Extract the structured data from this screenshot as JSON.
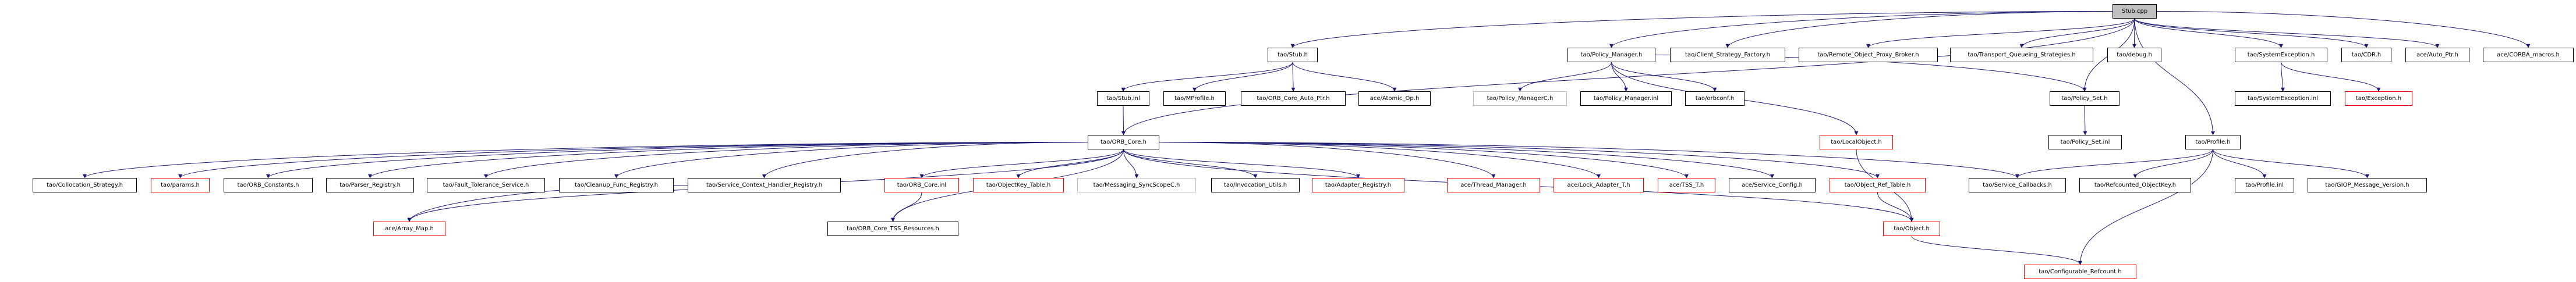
{
  "graph": {
    "edge_color": "#191970",
    "nodes": [
      {
        "id": "stub_cpp",
        "label": "Stub.cpp",
        "style": "root"
      },
      {
        "id": "stub_h",
        "label": "tao/Stub.h",
        "style": "normal"
      },
      {
        "id": "policy_manager_h",
        "label": "tao/Policy_Manager.h",
        "style": "normal"
      },
      {
        "id": "client_strategy_factory",
        "label": "tao/Client_Strategy_Factory.h",
        "style": "normal"
      },
      {
        "id": "remote_object_proxy_broker",
        "label": "tao/Remote_Object_Proxy_Broker.h",
        "style": "normal"
      },
      {
        "id": "transport_queueing",
        "label": "tao/Transport_Queueing_Strategies.h",
        "style": "normal"
      },
      {
        "id": "debug_h",
        "label": "tao/debug.h",
        "style": "normal"
      },
      {
        "id": "system_exception_h",
        "label": "tao/SystemException.h",
        "style": "normal"
      },
      {
        "id": "cdr_h",
        "label": "tao/CDR.h",
        "style": "normal"
      },
      {
        "id": "auto_ptr_h",
        "label": "ace/Auto_Ptr.h",
        "style": "normal"
      },
      {
        "id": "corba_macros",
        "label": "ace/CORBA_macros.h",
        "style": "normal"
      },
      {
        "id": "stub_inl",
        "label": "tao/Stub.inl",
        "style": "normal"
      },
      {
        "id": "mprofile",
        "label": "tao/MProfile.h",
        "style": "normal"
      },
      {
        "id": "orb_core_auto_ptr",
        "label": "tao/ORB_Core_Auto_Ptr.h",
        "style": "normal"
      },
      {
        "id": "atomic_op",
        "label": "ace/Atomic_Op.h",
        "style": "normal"
      },
      {
        "id": "policy_managerc",
        "label": "tao/Policy_ManagerC.h",
        "style": "gray"
      },
      {
        "id": "policy_manager_inl",
        "label": "tao/Policy_Manager.inl",
        "style": "normal"
      },
      {
        "id": "orbconf",
        "label": "tao/orbconf.h",
        "style": "normal"
      },
      {
        "id": "policy_set_h",
        "label": "tao/Policy_Set.h",
        "style": "normal"
      },
      {
        "id": "system_exception_inl",
        "label": "tao/SystemException.inl",
        "style": "normal"
      },
      {
        "id": "exception_h",
        "label": "tao/Exception.h",
        "style": "red"
      },
      {
        "id": "orb_core_h",
        "label": "tao/ORB_Core.h",
        "style": "normal"
      },
      {
        "id": "local_object",
        "label": "tao/LocalObject.h",
        "style": "red"
      },
      {
        "id": "policy_set_inl",
        "label": "tao/Policy_Set.inl",
        "style": "normal"
      },
      {
        "id": "profile_h",
        "label": "tao/Profile.h",
        "style": "normal"
      },
      {
        "id": "collocation_strategy",
        "label": "tao/Collocation_Strategy.h",
        "style": "normal"
      },
      {
        "id": "params",
        "label": "tao/params.h",
        "style": "red"
      },
      {
        "id": "orb_constants",
        "label": "tao/ORB_Constants.h",
        "style": "normal"
      },
      {
        "id": "parser_registry",
        "label": "tao/Parser_Registry.h",
        "style": "normal"
      },
      {
        "id": "fault_tolerance",
        "label": "tao/Fault_Tolerance_Service.h",
        "style": "normal"
      },
      {
        "id": "cleanup_func",
        "label": "tao/Cleanup_Func_Registry.h",
        "style": "normal"
      },
      {
        "id": "service_context_handler",
        "label": "tao/Service_Context_Handler_Registry.h",
        "style": "normal"
      },
      {
        "id": "orb_core_inl",
        "label": "tao/ORB_Core.inl",
        "style": "red"
      },
      {
        "id": "objectkey_table",
        "label": "tao/ObjectKey_Table.h",
        "style": "red"
      },
      {
        "id": "messaging_syncscope",
        "label": "tao/Messaging_SyncScopeC.h",
        "style": "gray"
      },
      {
        "id": "invocation_utils",
        "label": "tao/Invocation_Utils.h",
        "style": "normal"
      },
      {
        "id": "adapter_registry",
        "label": "tao/Adapter_Registry.h",
        "style": "red"
      },
      {
        "id": "thread_manager",
        "label": "ace/Thread_Manager.h",
        "style": "red"
      },
      {
        "id": "lock_adapter",
        "label": "ace/Lock_Adapter_T.h",
        "style": "red"
      },
      {
        "id": "tss_t",
        "label": "ace/TSS_T.h",
        "style": "red"
      },
      {
        "id": "service_config",
        "label": "ace/Service_Config.h",
        "style": "normal"
      },
      {
        "id": "object_ref_table",
        "label": "tao/Object_Ref_Table.h",
        "style": "red"
      },
      {
        "id": "service_callbacks",
        "label": "tao/Service_Callbacks.h",
        "style": "normal"
      },
      {
        "id": "refcounted_objectkey",
        "label": "tao/Refcounted_ObjectKey.h",
        "style": "normal"
      },
      {
        "id": "profile_inl",
        "label": "tao/Profile.inl",
        "style": "normal"
      },
      {
        "id": "giop_message_version",
        "label": "tao/GIOP_Message_Version.h",
        "style": "normal"
      },
      {
        "id": "array_map",
        "label": "ace/Array_Map.h",
        "style": "red"
      },
      {
        "id": "orb_core_tss",
        "label": "tao/ORB_Core_TSS_Resources.h",
        "style": "normal"
      },
      {
        "id": "object_h",
        "label": "tao/Object.h",
        "style": "red"
      },
      {
        "id": "configurable_refcount",
        "label": "tao/Configurable_Refcount.h",
        "style": "red"
      }
    ],
    "edges": [
      [
        "stub_cpp",
        "stub_h"
      ],
      [
        "stub_cpp",
        "orb_core_h"
      ],
      [
        "stub_cpp",
        "policy_manager_h"
      ],
      [
        "stub_cpp",
        "client_strategy_factory"
      ],
      [
        "stub_cpp",
        "remote_object_proxy_broker"
      ],
      [
        "stub_cpp",
        "transport_queueing"
      ],
      [
        "stub_cpp",
        "debug_h"
      ],
      [
        "stub_cpp",
        "policy_set_h"
      ],
      [
        "stub_cpp",
        "profile_h"
      ],
      [
        "stub_cpp",
        "system_exception_h"
      ],
      [
        "stub_cpp",
        "cdr_h"
      ],
      [
        "stub_cpp",
        "auto_ptr_h"
      ],
      [
        "stub_cpp",
        "corba_macros"
      ],
      [
        "stub_h",
        "stub_inl"
      ],
      [
        "stub_h",
        "mprofile"
      ],
      [
        "stub_h",
        "orb_core_auto_ptr"
      ],
      [
        "stub_h",
        "atomic_op"
      ],
      [
        "stub_inl",
        "orb_core_h"
      ],
      [
        "policy_manager_h",
        "policy_managerc"
      ],
      [
        "policy_manager_h",
        "policy_manager_inl"
      ],
      [
        "policy_manager_h",
        "orbconf"
      ],
      [
        "policy_manager_h",
        "local_object"
      ],
      [
        "policy_manager_h",
        "policy_set_h"
      ],
      [
        "local_object",
        "object_h"
      ],
      [
        "policy_set_h",
        "policy_set_inl"
      ],
      [
        "system_exception_h",
        "system_exception_inl"
      ],
      [
        "system_exception_h",
        "exception_h"
      ],
      [
        "profile_h",
        "service_callbacks"
      ],
      [
        "profile_h",
        "refcounted_objectkey"
      ],
      [
        "profile_h",
        "profile_inl"
      ],
      [
        "profile_h",
        "giop_message_version"
      ],
      [
        "profile_h",
        "configurable_refcount"
      ],
      [
        "orb_core_h",
        "collocation_strategy"
      ],
      [
        "orb_core_h",
        "params"
      ],
      [
        "orb_core_h",
        "orb_constants"
      ],
      [
        "orb_core_h",
        "parser_registry"
      ],
      [
        "orb_core_h",
        "fault_tolerance"
      ],
      [
        "orb_core_h",
        "cleanup_func"
      ],
      [
        "orb_core_h",
        "service_context_handler"
      ],
      [
        "orb_core_h",
        "orb_core_inl"
      ],
      [
        "orb_core_h",
        "objectkey_table"
      ],
      [
        "orb_core_h",
        "messaging_syncscope"
      ],
      [
        "orb_core_h",
        "invocation_utils"
      ],
      [
        "orb_core_h",
        "adapter_registry"
      ],
      [
        "orb_core_h",
        "thread_manager"
      ],
      [
        "orb_core_h",
        "lock_adapter"
      ],
      [
        "orb_core_h",
        "tss_t"
      ],
      [
        "orb_core_h",
        "service_config"
      ],
      [
        "orb_core_h",
        "object_ref_table"
      ],
      [
        "orb_core_h",
        "service_callbacks"
      ],
      [
        "orb_core_h",
        "array_map"
      ],
      [
        "orb_core_h",
        "orb_core_tss"
      ],
      [
        "orb_core_h",
        "object_h"
      ],
      [
        "orb_core_inl",
        "orb_core_tss"
      ],
      [
        "service_context_handler",
        "array_map"
      ],
      [
        "object_ref_table",
        "object_h"
      ],
      [
        "object_h",
        "configurable_refcount"
      ]
    ]
  }
}
